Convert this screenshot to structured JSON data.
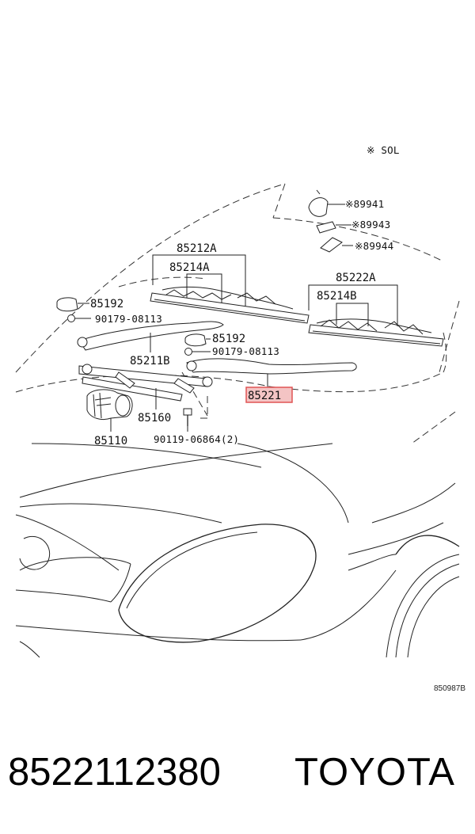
{
  "diagram": {
    "note": "※ SOL",
    "figure_code": "850987B",
    "labels": {
      "p89941": "※89941",
      "p89943": "※89943",
      "p89944": "※89944",
      "p85212A": "85212A",
      "p85214A": "85214A",
      "p85222A": "85222A",
      "p85214B": "85214B",
      "p85192a": "85192",
      "p90179a": "90179-08113",
      "p85192b": "85192",
      "p90179b": "90179-08113",
      "p85211B": "85211B",
      "p85221": "85221",
      "p85160": "85160",
      "p85110": "85110",
      "p90119": "90119-06864(2)"
    },
    "highlight_color": "#e05555"
  },
  "footer": {
    "part_number": "8522112380",
    "brand": "TOYOTA"
  }
}
